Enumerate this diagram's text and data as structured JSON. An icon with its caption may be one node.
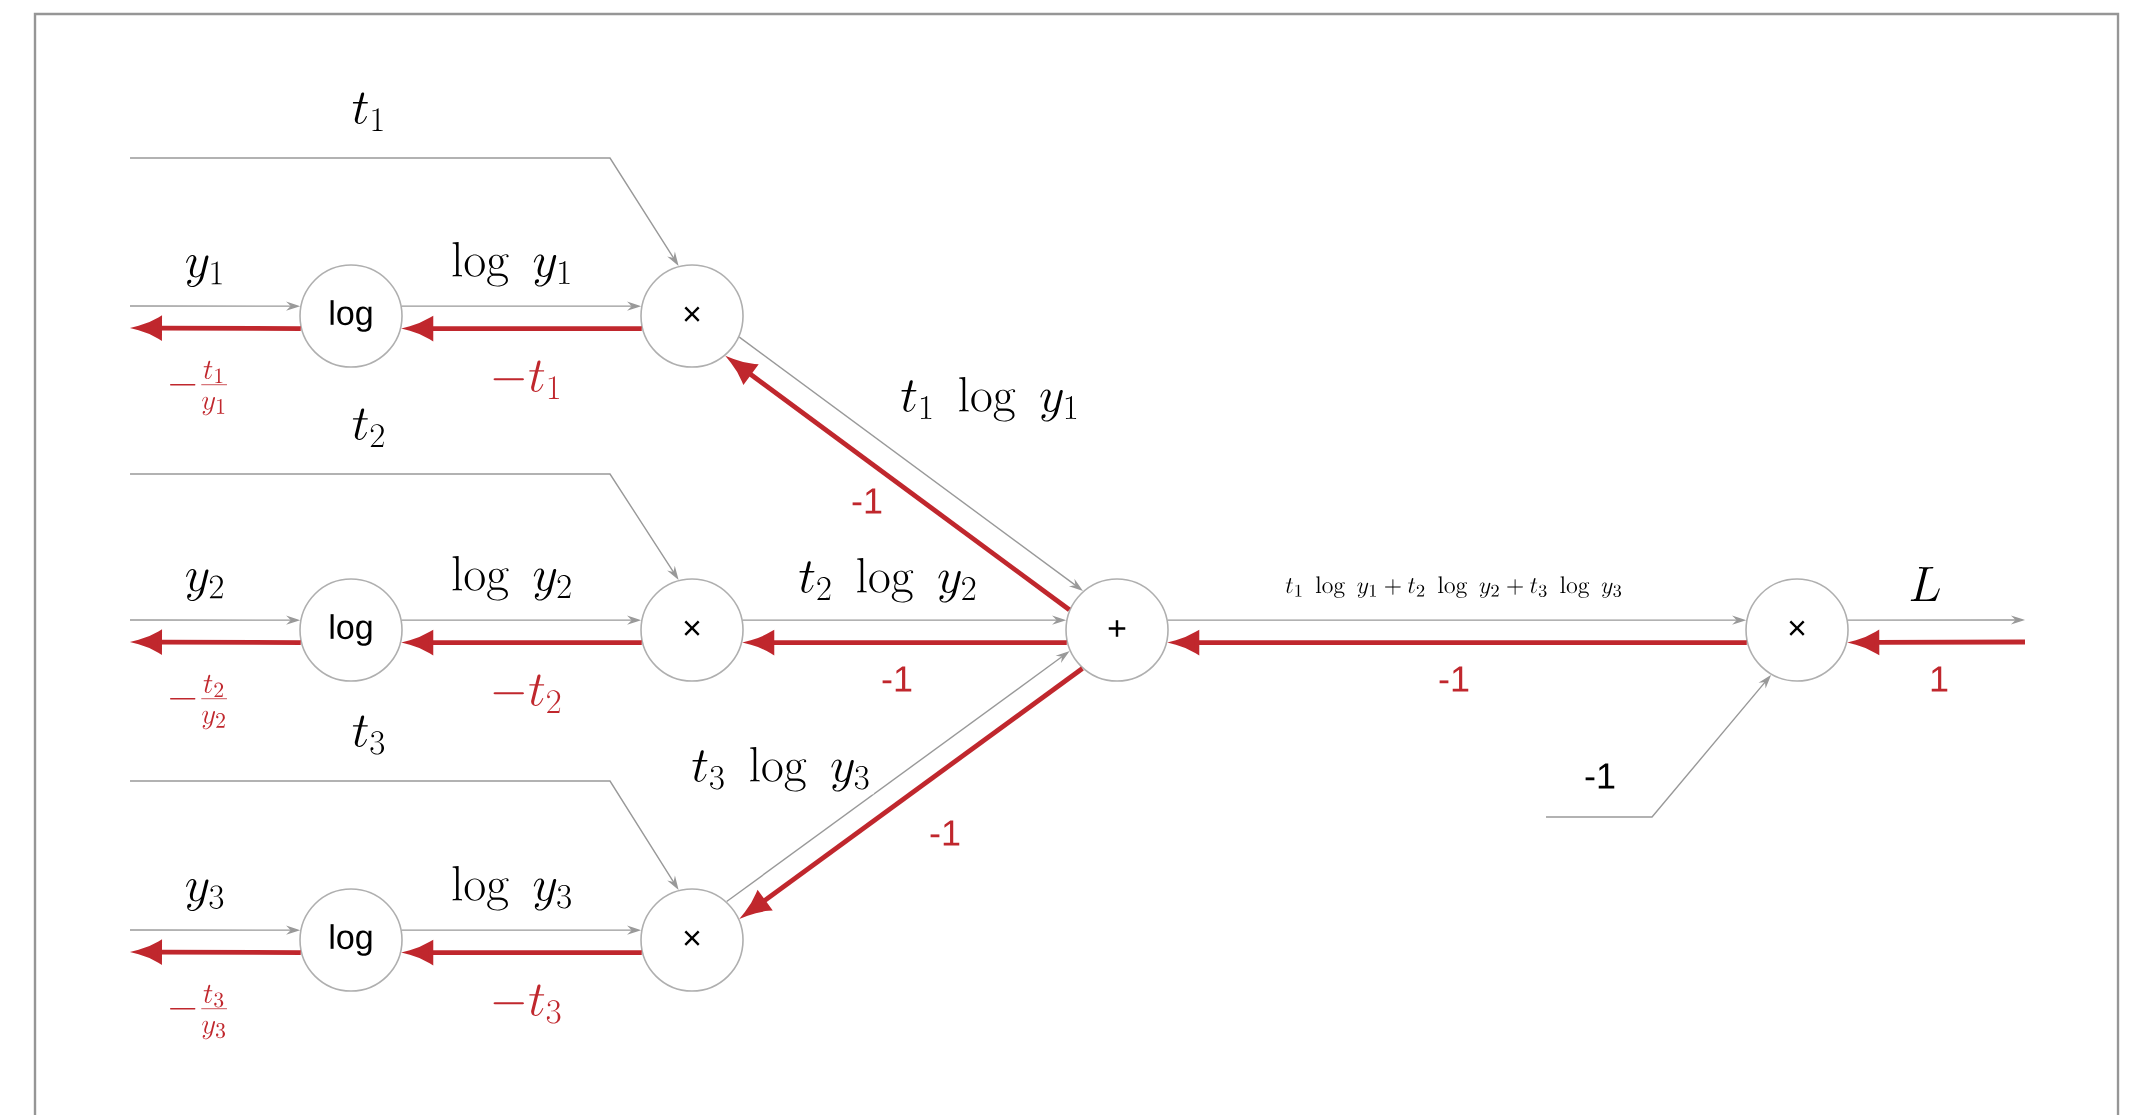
{
  "diagram": {
    "nodes": [
      {
        "text": [
          "log"
        ]
      },
      {
        "text": [
          "×"
        ]
      },
      {
        "text": [
          "log"
        ]
      },
      {
        "text": [
          "×"
        ]
      },
      {
        "text": [
          "log"
        ]
      },
      {
        "text": [
          "×"
        ]
      },
      {
        "text": [
          "+"
        ]
      },
      {
        "text": [
          "×"
        ]
      }
    ],
    "edges": [
      {
        "from": null,
        "to": 0,
        "arrow": "to",
        "label": "y_1"
      },
      {
        "from": 0,
        "to": 1,
        "arrow": "to",
        "label": "\\log\\ y_1"
      },
      {
        "from": null,
        "to": 1,
        "arrow": "to",
        "label": "t_1"
      },
      {
        "from": 1,
        "to": 6,
        "arrow": "to",
        "label": "t_1\\ \\log\\ y_1"
      },
      {
        "from": 6,
        "to": 1,
        "arrow": "to",
        "label": "-1",
        "style": "thick",
        "color": "#c0272d"
      },
      {
        "from": 1,
        "to": 0,
        "arrow": "to",
        "label": "-t_1",
        "style": "thick",
        "color": "#c0272d"
      },
      {
        "from": 0,
        "to": null,
        "arrow": "to",
        "label": "-\\frac{t_1}{y_1}",
        "style": "thick",
        "color": "#c0272d"
      },
      {
        "from": null,
        "to": 2,
        "arrow": "to",
        "label": "y_2"
      },
      {
        "from": 2,
        "to": 3,
        "arrow": "to",
        "label": "\\log\\ y_2"
      },
      {
        "from": null,
        "to": 3,
        "arrow": "to",
        "label": "t_2"
      },
      {
        "from": 3,
        "to": 6,
        "arrow": "to",
        "label": "t_2\\ \\log\\ y_2"
      },
      {
        "from": 6,
        "to": 3,
        "arrow": "to",
        "label": "-1",
        "style": "thick",
        "color": "#c0272d"
      },
      {
        "from": 3,
        "to": 2,
        "arrow": "to",
        "label": "-t_2",
        "style": "thick",
        "color": "#c0272d"
      },
      {
        "from": 2,
        "to": null,
        "arrow": "to",
        "label": "-\\frac{t_2}{y_2}",
        "style": "thick",
        "color": "#c0272d"
      },
      {
        "from": null,
        "to": 4,
        "arrow": "to",
        "label": "y_3"
      },
      {
        "from": 4,
        "to": 5,
        "arrow": "to",
        "label": "\\log\\ y_3"
      },
      {
        "from": null,
        "to": 5,
        "arrow": "to",
        "label": "t_3"
      },
      {
        "from": 5,
        "to": 6,
        "arrow": "to",
        "label": "t_3\\ \\log\\ y_3"
      },
      {
        "from": 6,
        "to": 5,
        "arrow": "to",
        "label": "-1",
        "style": "thick",
        "color": "#c0272d"
      },
      {
        "from": 5,
        "to": 4,
        "arrow": "to",
        "label": "-t_3",
        "style": "thick",
        "color": "#c0272d"
      },
      {
        "from": 4,
        "to": null,
        "arrow": "to",
        "label": "-\\frac{t_3}{y_3}",
        "style": "thick",
        "color": "#c0272d"
      },
      {
        "from": 6,
        "to": 7,
        "arrow": "to",
        "label": "t_1\\ \\log\\ y_1 + t_2\\ \\log\\ y_2 + t_3\\ \\log\\ y_3"
      },
      {
        "from": 7,
        "to": 6,
        "arrow": "to",
        "label": "-1",
        "style": "thick",
        "color": "#c0272d"
      },
      {
        "from": null,
        "to": 7,
        "arrow": "to",
        "label": "-1"
      },
      {
        "from": 7,
        "to": null,
        "arrow": "to",
        "label": "L"
      },
      {
        "from": null,
        "to": 7,
        "arrow": "to",
        "label": "1",
        "style": "thick",
        "color": "#c0272d"
      }
    ]
  }
}
